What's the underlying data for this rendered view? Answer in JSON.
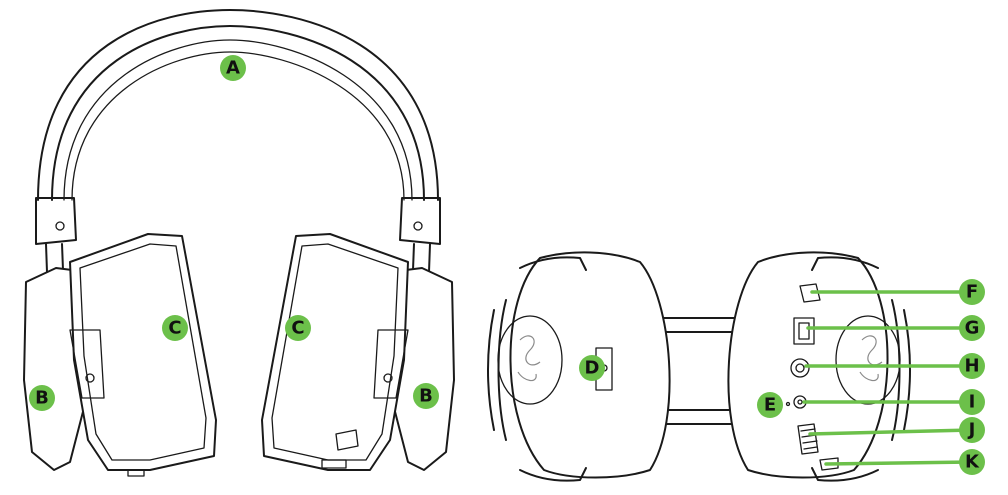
{
  "colors": {
    "callout_green": "#6cc04a",
    "badge_text": "#111111",
    "line_art": "#1a1a1a"
  },
  "callouts": {
    "A": "A",
    "B": "B",
    "C": "C",
    "D": "D",
    "E": "E",
    "F": "F",
    "G": "G",
    "H": "H",
    "I": "I",
    "J": "J",
    "K": "K"
  }
}
